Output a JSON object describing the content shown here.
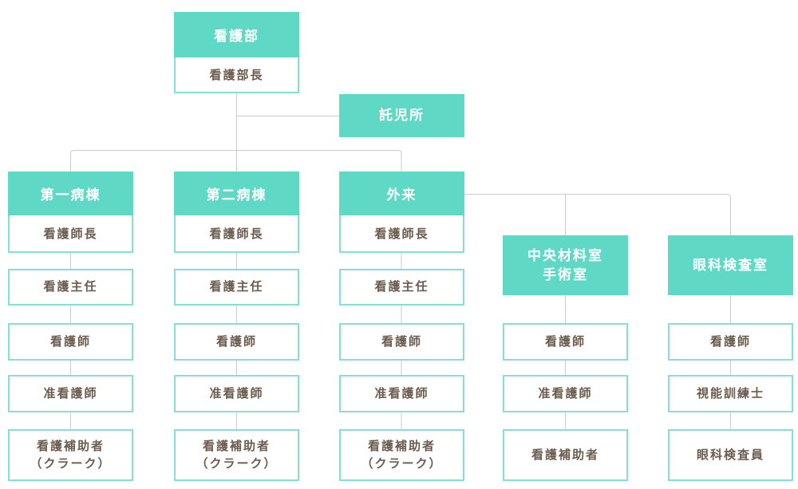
{
  "org": {
    "root": {
      "name": "看護部",
      "leader": "看護部長"
    },
    "daycare": {
      "name": "託児所"
    },
    "columns": [
      {
        "name": "第一病棟",
        "leader": "看護師長",
        "roles": [
          {
            "line1": "看護主任",
            "line2": ""
          },
          {
            "line1": "看護師",
            "line2": ""
          },
          {
            "line1": "准看護師",
            "line2": ""
          },
          {
            "line1": "看護補助者",
            "line2": "（クラーク）"
          }
        ]
      },
      {
        "name": "第二病棟",
        "leader": "看護師長",
        "roles": [
          {
            "line1": "看護主任",
            "line2": ""
          },
          {
            "line1": "看護師",
            "line2": ""
          },
          {
            "line1": "准看護師",
            "line2": ""
          },
          {
            "line1": "看護補助者",
            "line2": "（クラーク）"
          }
        ]
      },
      {
        "name": "外来",
        "leader": "看護師長",
        "roles": [
          {
            "line1": "看護主任",
            "line2": ""
          },
          {
            "line1": "看護師",
            "line2": ""
          },
          {
            "line1": "准看護師",
            "line2": ""
          },
          {
            "line1": "看護補助者",
            "line2": "（クラーク）"
          }
        ]
      },
      {
        "name_line1": "中央材料室",
        "name_line2": "手術室",
        "roles": [
          {
            "line1": "看護師",
            "line2": ""
          },
          {
            "line1": "准看護師",
            "line2": ""
          },
          {
            "line1": "看護補助者",
            "line2": ""
          }
        ]
      },
      {
        "name_line1": "眼科検査室",
        "name_line2": "",
        "roles": [
          {
            "line1": "看護師",
            "line2": ""
          },
          {
            "line1": "視能訓練士",
            "line2": ""
          },
          {
            "line1": "眼科検査員",
            "line2": ""
          }
        ]
      }
    ]
  },
  "colors": {
    "node_fill": "#5fd8c5",
    "node_border": "#84e0d1",
    "connector_line": "#cbcbcb",
    "role_text": "#6b5c4e",
    "header_text": "#ffffff"
  }
}
